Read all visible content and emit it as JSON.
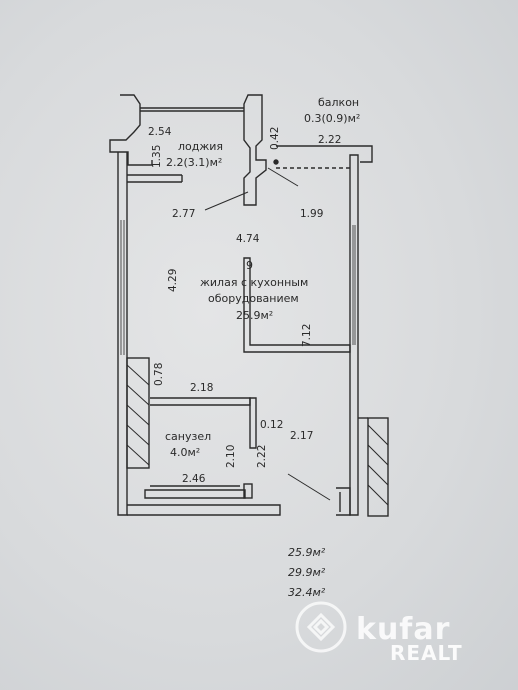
{
  "rooms": {
    "balcony": {
      "name": "балкон",
      "area": "0.3(0.9)м²"
    },
    "loggia": {
      "name": "лоджия",
      "area": "2.2(3.1)м²"
    },
    "living": {
      "number": "9",
      "name_line1": "жилая с кухонным",
      "name_line2": "оборудованием",
      "area": "25.9м²"
    },
    "bathroom": {
      "name": "санузел",
      "area": "4.0м²"
    }
  },
  "dimensions": {
    "d254": "2.54",
    "d135": "1.35",
    "d042": "0.42",
    "d222_top": "2.22",
    "d277": "2.77",
    "d199": "1.99",
    "d474": "4.74",
    "d429": "4.29",
    "d712": "7.12",
    "d078": "0.78",
    "d218": "2.18",
    "d012": "0.12",
    "d217": "2.17",
    "d210": "2.10",
    "d222_bath": "2.22",
    "d246": "2.46"
  },
  "totals": [
    "25.9м²",
    "29.9м²",
    "32.4м²"
  ],
  "watermark": {
    "brand": "kufar",
    "sub": "REALT"
  }
}
